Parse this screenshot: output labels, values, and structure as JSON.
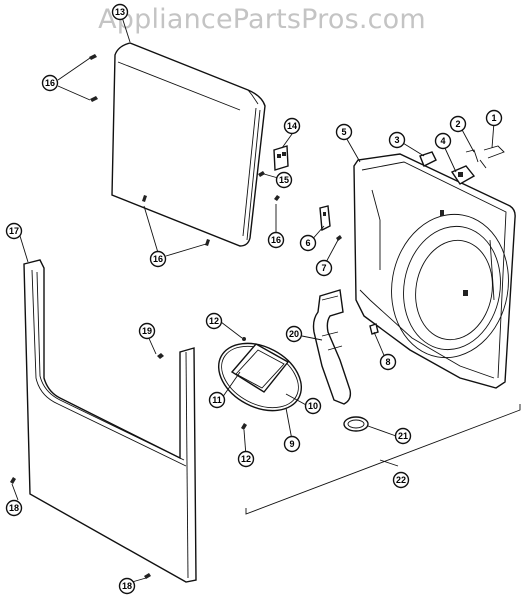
{
  "watermark": "AppliancePartsPros.com",
  "callouts": {
    "c1": "1",
    "c2": "2",
    "c3": "3",
    "c4": "4",
    "c5": "5",
    "c6": "6",
    "c7": "7",
    "c8": "8",
    "c9": "9",
    "c10": "10",
    "c11": "11",
    "c12a": "12",
    "c12b": "12",
    "c13": "13",
    "c14": "14",
    "c15": "15",
    "c16a": "16",
    "c16b": "16",
    "c16c": "16",
    "c17": "17",
    "c18a": "18",
    "c18b": "18",
    "c19": "19",
    "c20": "20",
    "c21": "21",
    "c22": "22"
  }
}
